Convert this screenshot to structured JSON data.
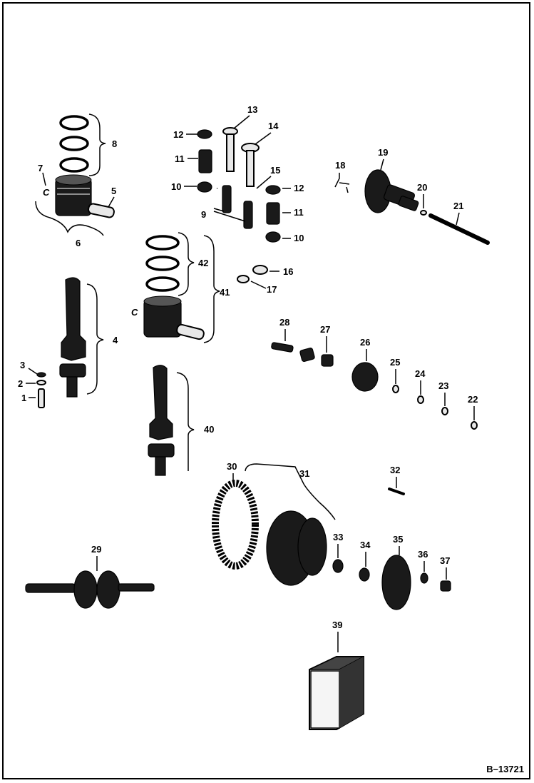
{
  "figure_id": "B–13721",
  "callouts": {
    "c1": "1",
    "c2": "2",
    "c3": "3",
    "c4": "4",
    "c5": "5",
    "c6": "6",
    "c7": "7",
    "c8": "8",
    "c9": "9",
    "c10a": "10",
    "c10b": "10",
    "c11a": "11",
    "c11b": "11",
    "c12a": "12",
    "c12b": "12",
    "c13": "13",
    "c14": "14",
    "c15": "15",
    "c16": "16",
    "c17": "17",
    "c18": "18",
    "c19": "19",
    "c20": "20",
    "c21": "21",
    "c22": "22",
    "c23": "23",
    "c24": "24",
    "c25": "25",
    "c26": "26",
    "c27": "27",
    "c28": "28",
    "c29": "29",
    "c30": "30",
    "c31": "31",
    "c32": "32",
    "c33": "33",
    "c34": "34",
    "c35": "35",
    "c36": "36",
    "c37": "37",
    "c39": "39",
    "c40": "40",
    "c41": "41",
    "c42": "42"
  }
}
